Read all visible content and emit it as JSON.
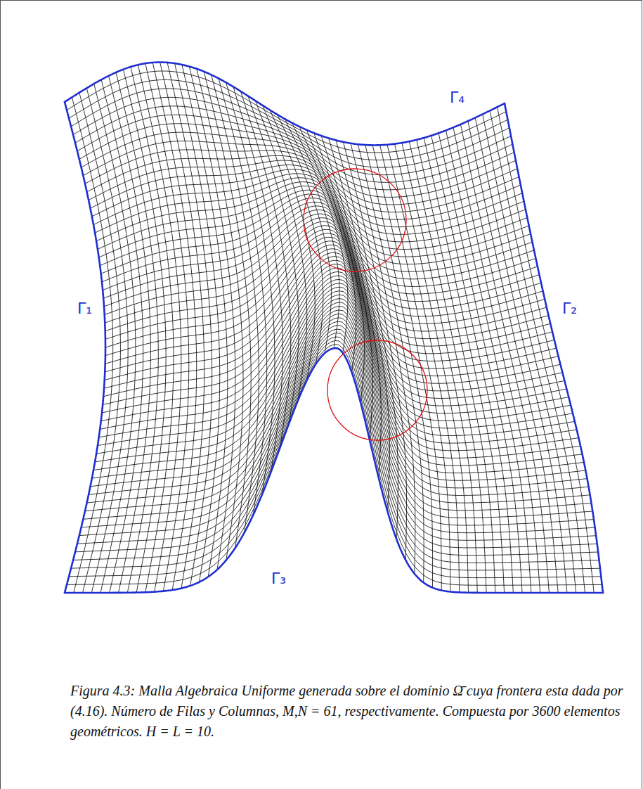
{
  "diagram": {
    "caption": "Figura 4.3: Malla Algebraica Uniforme generada sobre el domínio Ω̄ cuya frontera esta dada por (4.16). Número de Filas y Columnas, M,N = 61, respectivamente. Compuesta por 3600 elementos geométricos. H = L = 10.",
    "labels": [
      "Γ₄",
      "Γ₁",
      "Γ₂",
      "Γ₃"
    ]
  }
}
